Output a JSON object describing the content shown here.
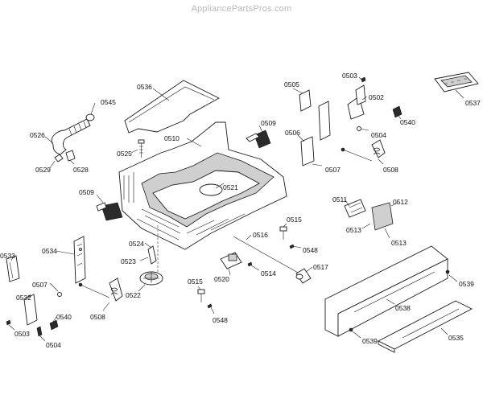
{
  "watermark": "AppliancePartsPros.com",
  "labels": {
    "l0536": "0536",
    "l0545": "0545",
    "l0526": "0526",
    "l0529": "0529",
    "l0528": "0528",
    "l0525": "0525",
    "l0510": "0510",
    "l0509a": "0509",
    "l0505": "0505",
    "l0503a": "0503",
    "l0502": "0502",
    "l0537": "0537",
    "l0540a": "0540",
    "l0506": "0506",
    "l0504a": "0504",
    "l0507a": "0507",
    "l0508a": "0508",
    "l0509b": "0509",
    "l0521": "0521",
    "l0511": "0511",
    "l0512": "0512",
    "l0515a": "0515",
    "l0513a": "0513",
    "l0513b": "0513",
    "l0548a": "0548",
    "l0516": "0516",
    "l0524": "0524",
    "l0533": "0533",
    "l0534": "0534",
    "l0523": "0523",
    "l0517": "0517",
    "l0514": "0514",
    "l0520": "0520",
    "l0507b": "0507",
    "l0522": "0522",
    "l0515b": "0515",
    "l0539a": "0539",
    "l0532": "0532",
    "l0540b": "0540",
    "l0508b": "0508",
    "l0548b": "0548",
    "l0538": "0538",
    "l0503b": "0503",
    "l0504b": "0504",
    "l0539b": "0539",
    "l0535": "0535"
  }
}
